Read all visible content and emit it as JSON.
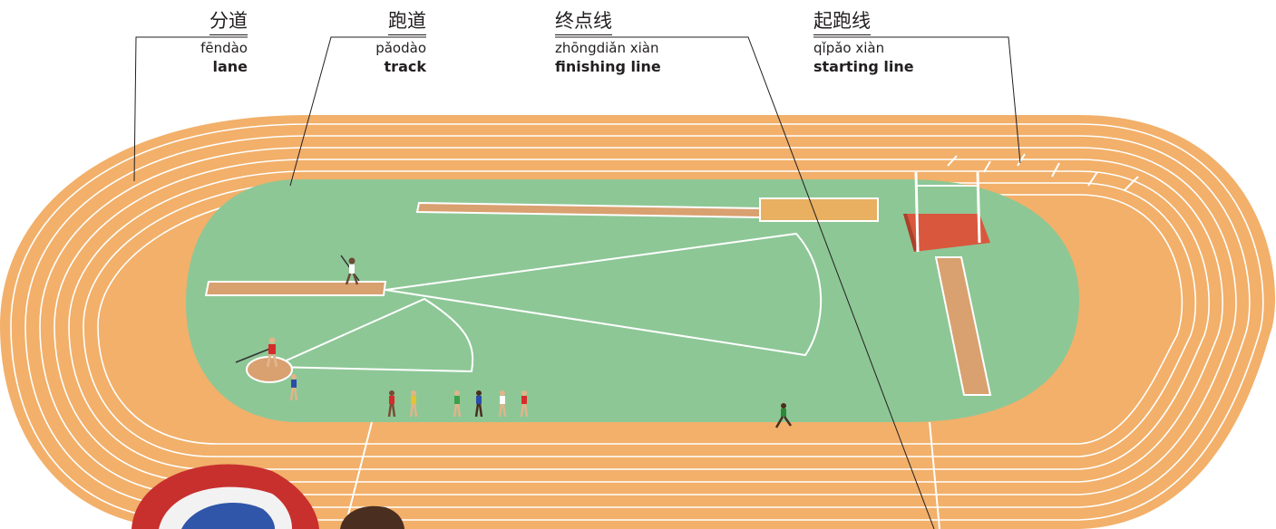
{
  "labels": {
    "lane": {
      "chinese": "分道",
      "pinyin": "fēndào",
      "english": "lane"
    },
    "track": {
      "chinese": "跑道",
      "pinyin": "pǎodào",
      "english": "track"
    },
    "finish": {
      "chinese": "终点线",
      "pinyin": "zhōngdiǎn xiàn",
      "english": "finishing line"
    },
    "start": {
      "chinese": "起跑线",
      "pinyin": "qǐpǎo xiàn",
      "english": "starting line"
    }
  },
  "colors": {
    "track": "#f2b06a",
    "lane_line": "#ffffff",
    "infield": "#8dc796",
    "runway": "#d9a070",
    "sand_pit": "#e8b060",
    "high_jump_mat": "#d9573c",
    "leader_line": "#231f20"
  }
}
